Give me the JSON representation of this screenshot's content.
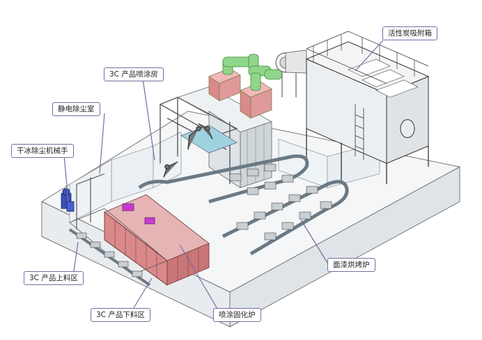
{
  "labels": {
    "carbon_box": "活性炭吸附箱",
    "spray_room": "3C 产品喷涂房",
    "static_room": "静电除尘室",
    "dry_ice_robot": "干冰除尘机械手",
    "topcoat_oven": "面漆烘烤炉",
    "loading_area": "3C 产品上料区",
    "unloading_area": "3C 产品下料区",
    "curing_oven": "喷涂固化炉"
  },
  "colors": {
    "callout_border": "#7a6aa0",
    "leader_line": "#7a6aa0",
    "curing_oven_panel": "#d9898a",
    "duct_green": "#8fd68a",
    "scrubber_red": "#e09a9a",
    "structure_line": "#5a5a5a",
    "glass": "#eef3f6",
    "robot_blue": "#3a4fb8",
    "window_magenta": "#c83ad0"
  }
}
